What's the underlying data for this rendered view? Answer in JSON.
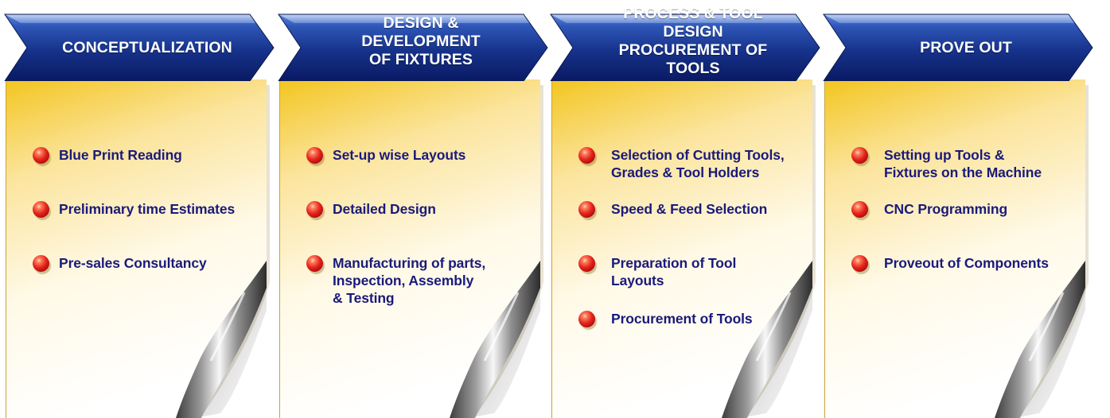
{
  "stages": [
    {
      "title_lines": [
        "CONCEPTUALIZATION"
      ],
      "items": [
        {
          "lines": [
            "Blue Print Reading"
          ]
        },
        {
          "lines": [
            "Preliminary time Estimates"
          ]
        },
        {
          "lines": [
            "Pre-sales Consultancy"
          ]
        }
      ]
    },
    {
      "title_lines": [
        "DESIGN & DEVELOPMENT",
        "OF FIXTURES"
      ],
      "items": [
        {
          "lines": [
            "Set-up wise Layouts"
          ]
        },
        {
          "lines": [
            "Detailed Design"
          ]
        },
        {
          "lines": [
            "Manufacturing of parts,",
            "Inspection, Assembly",
            "& Testing"
          ]
        }
      ]
    },
    {
      "title_lines": [
        "PROCESS & TOOL DESIGN",
        "PROCUREMENT OF TOOLS"
      ],
      "items": [
        {
          "lines": [
            "Selection of Cutting Tools,",
            "Grades & Tool Holders"
          ]
        },
        {
          "lines": [
            "Speed & Feed Selection"
          ]
        },
        {
          "lines": [
            "Preparation of Tool",
            "Layouts"
          ]
        },
        {
          "lines": [
            "Procurement of Tools"
          ]
        }
      ]
    },
    {
      "title_lines": [
        "PROVE OUT"
      ],
      "items": [
        {
          "lines": [
            "Setting up Tools &",
            "Fixtures on the Machine"
          ]
        },
        {
          "lines": [
            "CNC Programming"
          ]
        },
        {
          "lines": [
            "Proveout of Components"
          ]
        }
      ]
    }
  ],
  "colors": {
    "chevron_dark": "#0a1a63",
    "chevron_light": "#2e56b8",
    "title_text": "#ffffff",
    "item_text": "#1a1a7a",
    "paper_top": "#f3c51f",
    "paper_bottom": "#ffffff",
    "bullet": "#d81e14"
  },
  "icons": {
    "bullet": "red-sphere-bullet-icon",
    "page_curl": "page-curl-icon",
    "chevron": "arrow-chevron-banner"
  }
}
